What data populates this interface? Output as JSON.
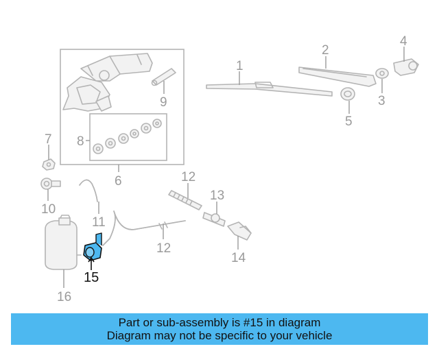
{
  "diagram": {
    "callouts": [
      "1",
      "2",
      "3",
      "4",
      "5",
      "6",
      "7",
      "8",
      "9",
      "10",
      "11",
      "12",
      "12",
      "13",
      "14",
      "15",
      "16"
    ],
    "highlighted_part": "15",
    "highlight_color": "#4db8f0",
    "accent_color": "#111111"
  },
  "banner": {
    "line1": "Part or sub-assembly is #15 in diagram",
    "line2": "Diagram may not be specific to your vehicle",
    "background": "#4db8f0"
  }
}
